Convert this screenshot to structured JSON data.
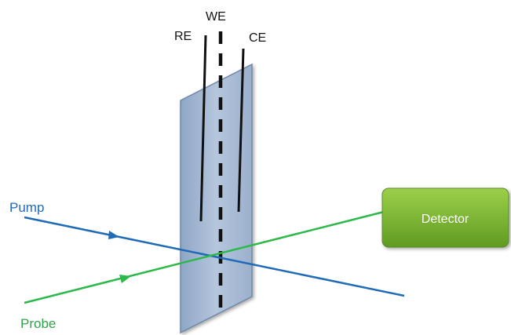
{
  "electrodes": {
    "reference_label": "RE",
    "working_label": "WE",
    "counter_label": "CE"
  },
  "beams": {
    "pump_label": "Pump",
    "probe_label": "Probe"
  },
  "detector": {
    "label": "Detector"
  },
  "colors": {
    "pump_beam": "#1f6bb8",
    "probe_beam": "#2db84a",
    "probe_label": "#2ea44a",
    "sample_plate": "#9fb4cf",
    "sample_plate_edge": "#6f87a8",
    "electrode": "#111111",
    "detector_fill_top": "#8dc63f",
    "detector_fill_bottom": "#5e9a1e",
    "detector_text": "#ffffff"
  }
}
